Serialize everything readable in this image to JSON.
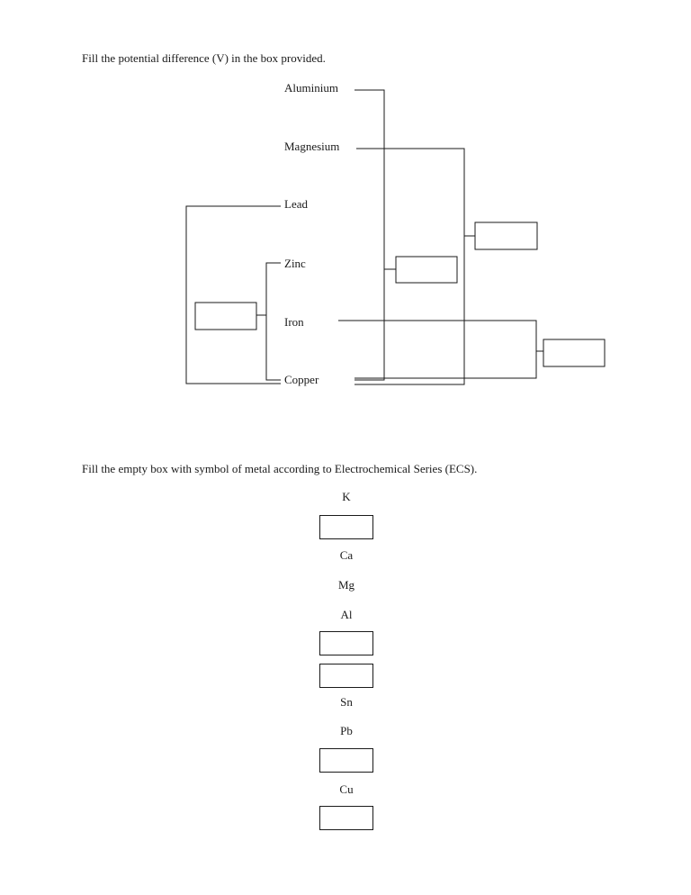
{
  "instructions": {
    "potential_difference": "Fill the potential difference (V) in the box provided.",
    "ecs": "Fill the empty box with symbol of metal according to Electrochemical Series (ECS)."
  },
  "metals": {
    "aluminium": "Aluminium",
    "magnesium": "Magnesium",
    "lead": "Lead",
    "zinc": "Zinc",
    "iron": "Iron",
    "copper": "Copper"
  },
  "ecs_series": {
    "k": "K",
    "ca": "Ca",
    "mg": "Mg",
    "al": "Al",
    "sn": "Sn",
    "pb": "Pb",
    "cu": "Cu"
  }
}
